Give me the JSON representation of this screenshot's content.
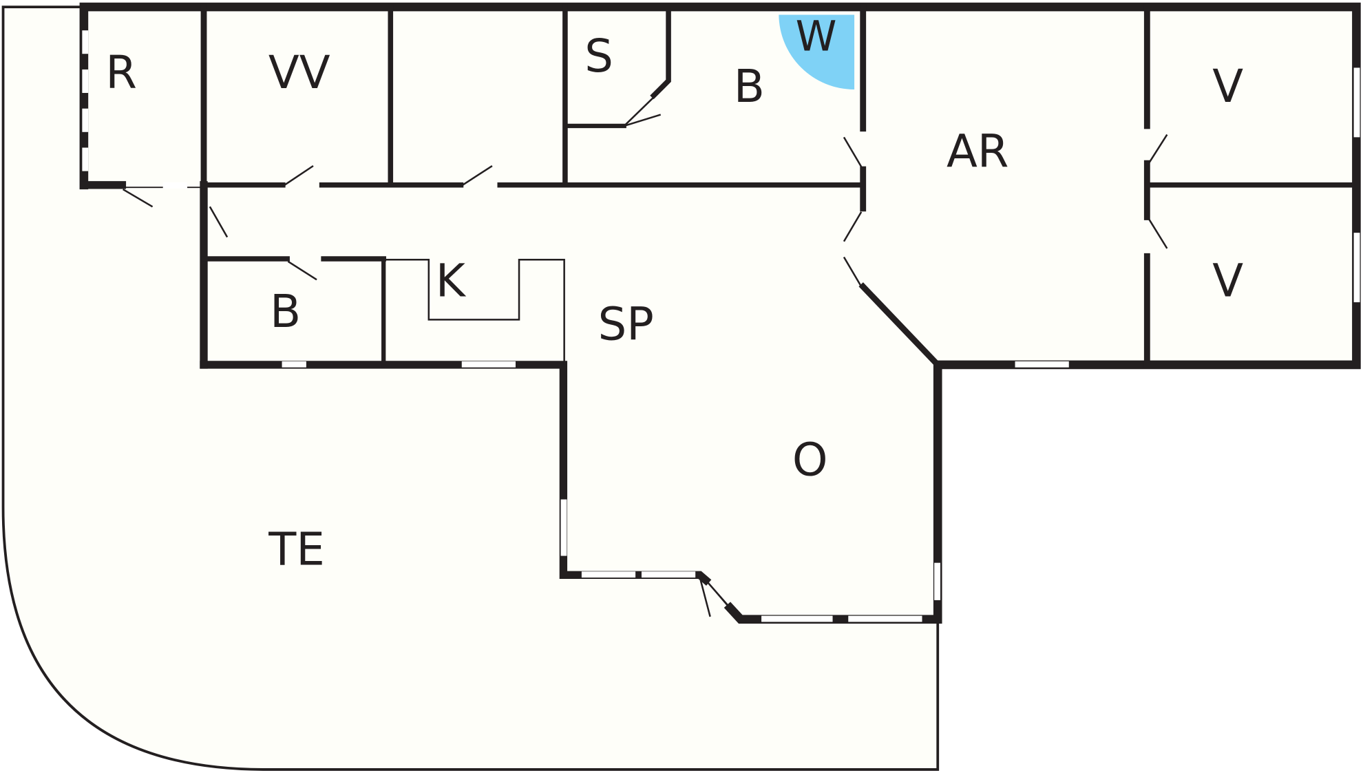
{
  "plan": {
    "colors": {
      "background": "#ffffff",
      "floor": "#fefef9",
      "wall": "#231f20",
      "window": "#ffffff",
      "hot_tub": "#7fd2f6"
    },
    "rooms": {
      "r": "R",
      "vv": "VV",
      "s": "S",
      "b_top": "B",
      "w": "W",
      "ar": "AR",
      "v_top": "V",
      "v_bottom": "V",
      "k": "K",
      "sp": "SP",
      "b_left": "B",
      "o": "O",
      "te": "TE"
    }
  }
}
